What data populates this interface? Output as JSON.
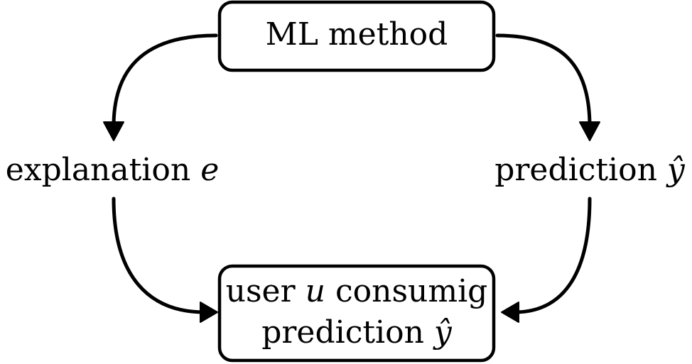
{
  "nodes": {
    "ml_method": {
      "label": "ML method"
    },
    "explanation": {
      "label": "explanation",
      "var": "e"
    },
    "prediction": {
      "label": "prediction",
      "var": "ŷ"
    },
    "user": {
      "line1_text": "user",
      "line1_var": "u",
      "line1_rest": "consumig",
      "line2_text": "prediction",
      "line2_var": "ŷ"
    }
  },
  "edges": [
    {
      "from": "ML method",
      "to": "explanation e"
    },
    {
      "from": "ML method",
      "to": "prediction ŷ"
    },
    {
      "from": "explanation e",
      "to": "user u consumig prediction ŷ"
    },
    {
      "from": "prediction ŷ",
      "to": "user u consumig prediction ŷ"
    }
  ]
}
